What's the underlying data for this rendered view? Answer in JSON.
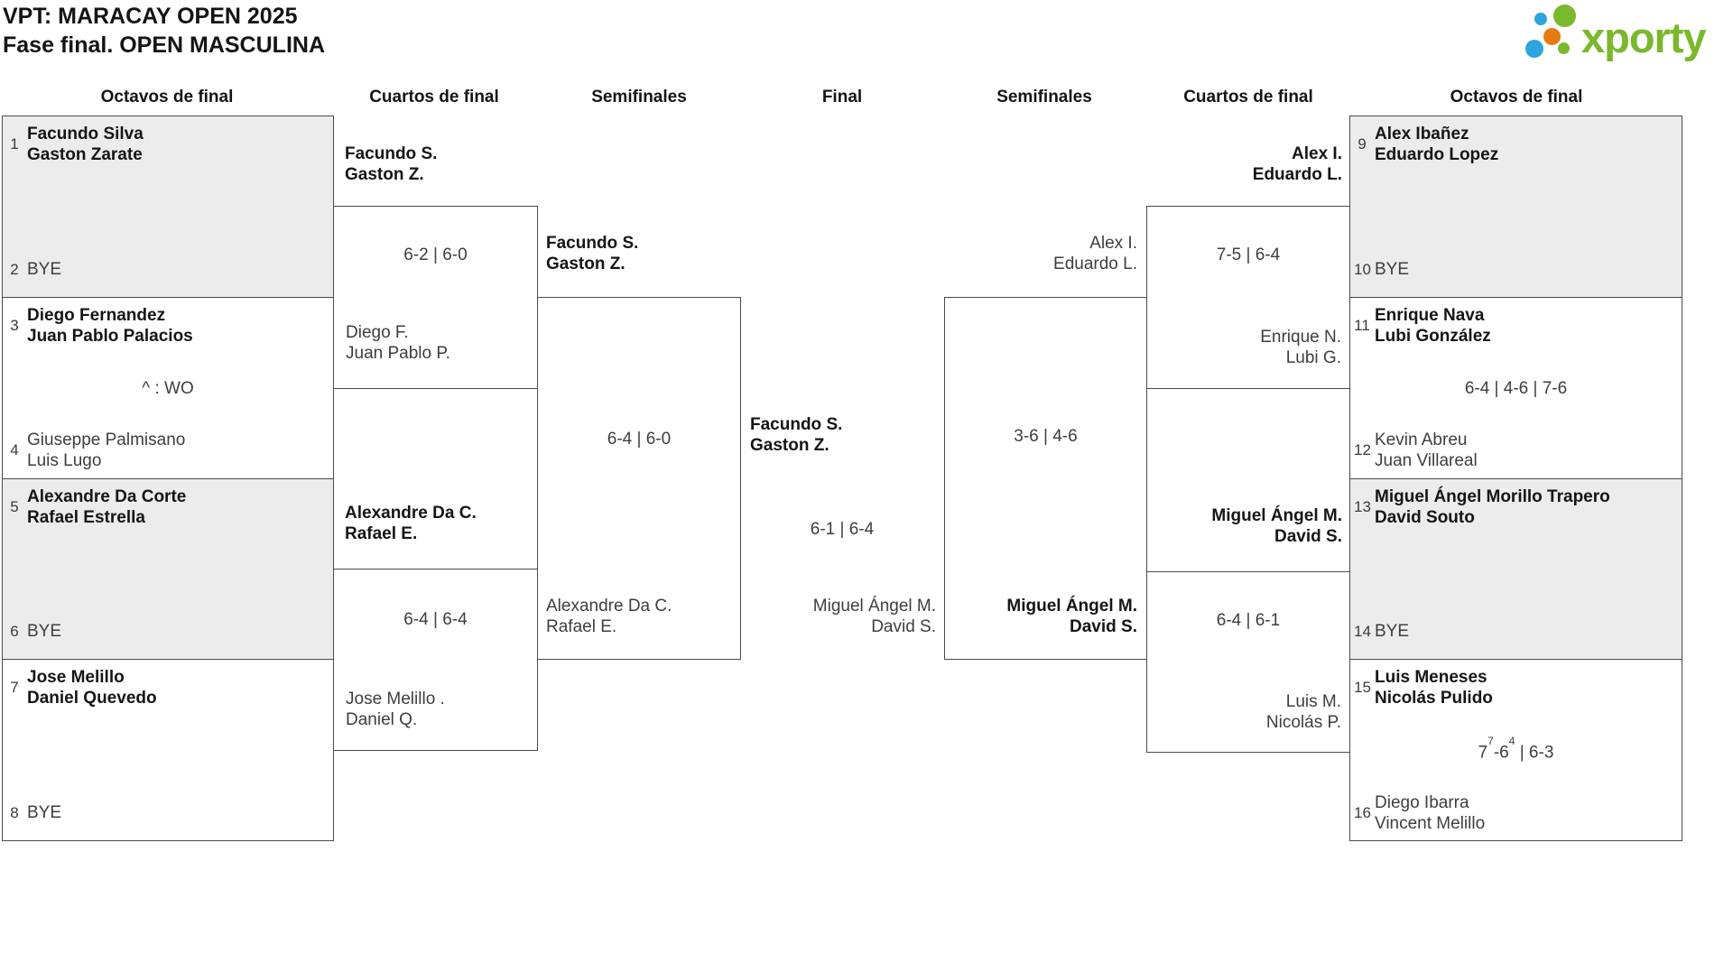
{
  "title": {
    "line1": "VPT: MARACAY OPEN 2025",
    "line2": "Fase final. OPEN MASCULINA"
  },
  "logo": {
    "text": "xporty",
    "green": "#7ab82c",
    "blue": "#2ba5dc",
    "orange": "#e87b10"
  },
  "round_headers": {
    "octavos_left": "Octavos de final",
    "cuartos_left": "Cuartos de final",
    "semifinales_left": "Semifinales",
    "final": "Final",
    "semifinales_right": "Semifinales",
    "cuartos_right": "Cuartos de final",
    "octavos_right": "Octavos de final"
  },
  "octavos_left": {
    "m1": {
      "seed_top": "1",
      "top1": "Facundo Silva",
      "top2": "Gaston Zarate",
      "seed_bot": "2",
      "bye": "BYE"
    },
    "m2": {
      "seed_top": "3",
      "top1": "Diego Fernandez",
      "top2": "Juan Pablo Palacios",
      "note": "^ : WO",
      "seed_bot": "4",
      "bot1": "Giuseppe Palmisano",
      "bot2": "Luis Lugo"
    },
    "m3": {
      "seed_top": "5",
      "top1": "Alexandre Da Corte",
      "top2": "Rafael Estrella",
      "seed_bot": "6",
      "bye": "BYE"
    },
    "m4": {
      "seed_top": "7",
      "top1": "Jose Melillo",
      "top2": "Daniel Quevedo",
      "seed_bot": "8",
      "bye": "BYE"
    }
  },
  "octavos_right": {
    "m1": {
      "seed_top": "9",
      "top1": "Alex Ibañez",
      "top2": "Eduardo Lopez",
      "seed_bot": "10",
      "bye": "BYE"
    },
    "m2": {
      "seed_top": "11",
      "top1": "Enrique Nava",
      "top2": "Lubi González",
      "score": "6-4 | 4-6 | 7-6",
      "seed_bot": "12",
      "bot1": "Kevin Abreu",
      "bot2": "Juan Villareal"
    },
    "m3": {
      "seed_top": "13",
      "top1": "Miguel Ángel Morillo Trapero",
      "top2": "David Souto",
      "seed_bot": "14",
      "bye": "BYE"
    },
    "m4": {
      "seed_top": "15",
      "top1": "Luis Meneses",
      "top2": "Nicolás Pulido",
      "score": {
        "a": "7",
        "a_sup": "7",
        "b": "-6",
        "b_sup": "4",
        "c": " | 6-3"
      },
      "seed_bot": "16",
      "bot1": "Diego Ibarra",
      "bot2": "Vincent Melillo"
    }
  },
  "cuartos_left": {
    "m1": {
      "winner1": "Facundo S.",
      "winner2": "Gaston Z.",
      "score": "6-2 | 6-0",
      "loser1": "Diego F.",
      "loser2": "Juan Pablo P."
    },
    "m2": {
      "winner1": "Alexandre Da C.",
      "winner2": "Rafael E.",
      "score": "6-4 | 6-4",
      "loser1": "Jose Melillo .",
      "loser2": "Daniel Q."
    }
  },
  "cuartos_right": {
    "m1": {
      "winner1": "Alex I.",
      "winner2": "Eduardo L.",
      "score": "7-5 | 6-4",
      "loser1": "Enrique N.",
      "loser2": "Lubi G."
    },
    "m2": {
      "winner1": "Miguel Ángel M.",
      "winner2": "David S.",
      "score": "6-4 | 6-1",
      "loser1": "Luis M.",
      "loser2": "Nicolás P."
    }
  },
  "semifinal_left": {
    "winner1": "Facundo S.",
    "winner2": "Gaston Z.",
    "score": "6-4 | 6-0",
    "loser1": "Alexandre Da C.",
    "loser2": "Rafael E."
  },
  "semifinal_right": {
    "winner1": "Miguel Ángel M.",
    "winner2": "David S.",
    "score": "3-6 | 4-6",
    "loser1": "Alex I.",
    "loser2": "Eduardo L."
  },
  "final": {
    "winner1": "Facundo S.",
    "winner2": "Gaston Z.",
    "score": "6-1 | 6-4",
    "loser1": "Miguel Ángel M.",
    "loser2": "David S."
  }
}
